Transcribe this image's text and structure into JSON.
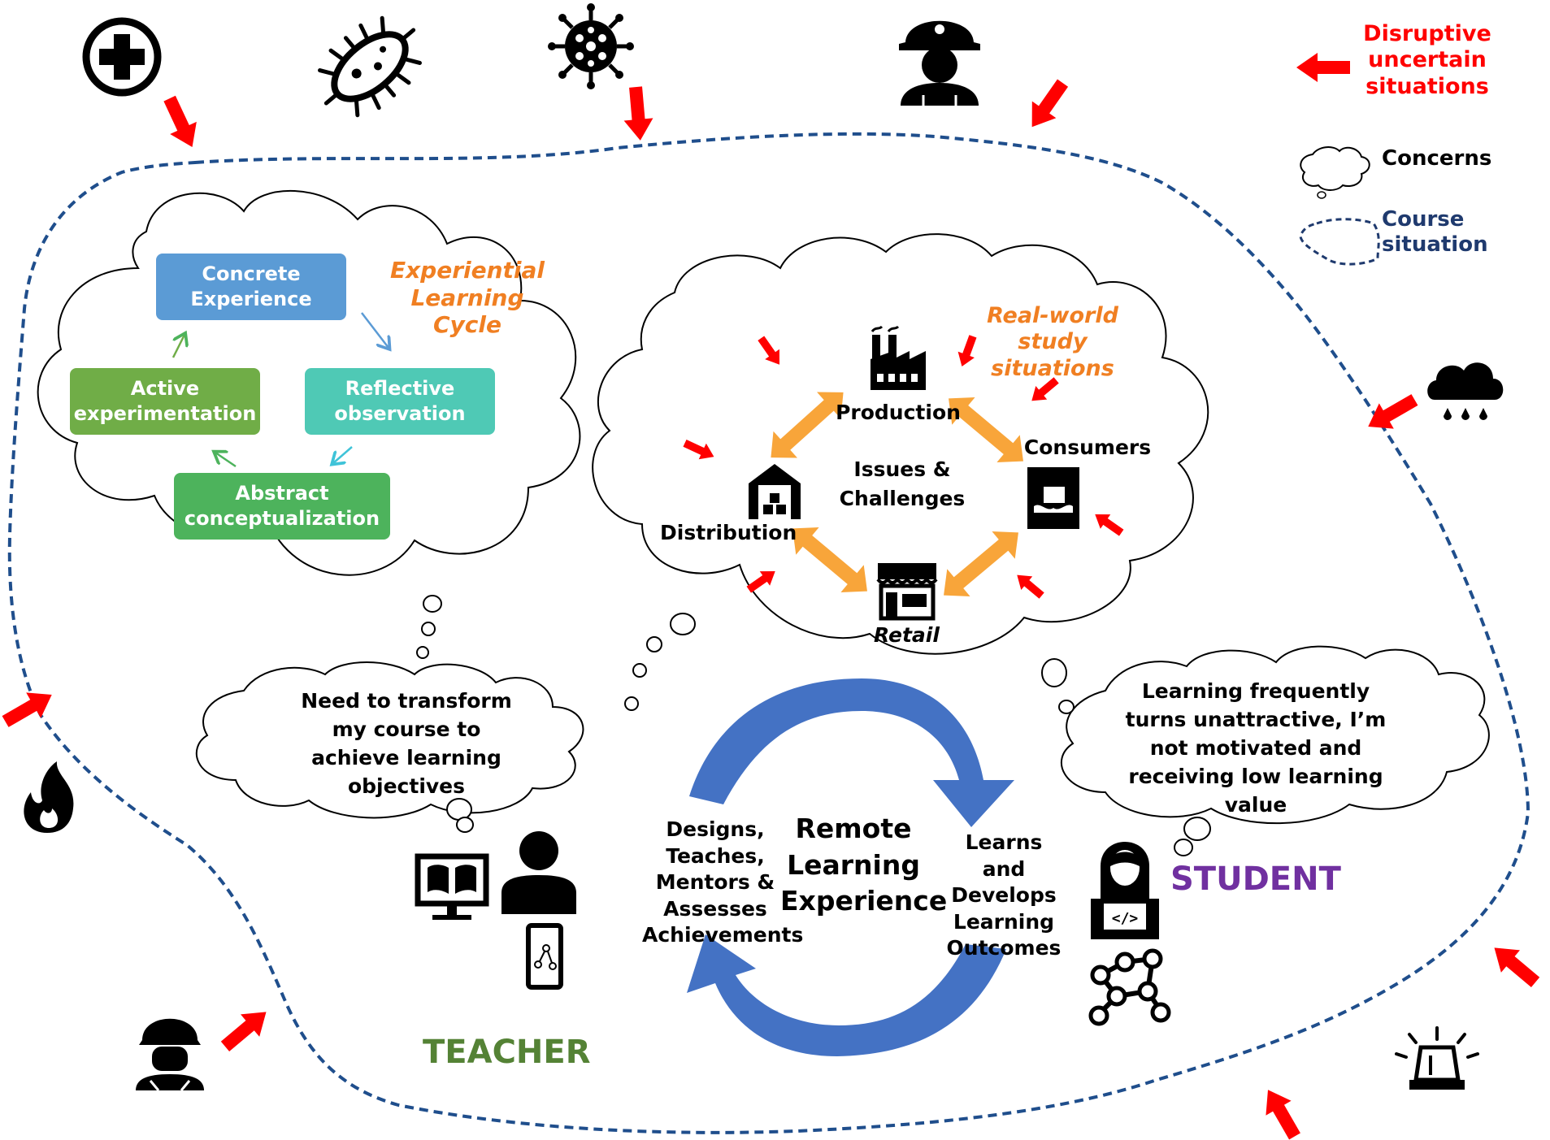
{
  "colors": {
    "disruption": "#FF0000",
    "course_border": "#1F4E8C",
    "box_concrete": "#5B9BD5",
    "box_reflective": "#4FC9B5",
    "box_abstract": "#4DB35C",
    "box_active": "#70AD47",
    "orange_text": "#F07F22",
    "big_arrow": "#4472C4",
    "teacher": "#548235",
    "student": "#7030A0",
    "legend_course": "#1F3A6E"
  },
  "legend": {
    "disruptive": "Disruptive uncertain situations",
    "concerns": "Concerns",
    "course": "Course situation"
  },
  "elc": {
    "title": "Experiential Learning Cycle",
    "concrete": "Concrete Experience",
    "reflective": "Reflective observation",
    "abstract": "Abstract conceptualization",
    "active": "Active experimentation"
  },
  "realworld": {
    "title": "Real-world study situations",
    "center": "Issues & Challenges",
    "production": "Production",
    "consumers": "Consumers",
    "distribution": "Distribution",
    "retail": "Retail"
  },
  "teacher": {
    "thought": "Need to transform my course to achieve learning objectives",
    "label": "TEACHER",
    "actions": "Designs, Teaches, Mentors & Assesses Achievements"
  },
  "student": {
    "thought": "Learning frequently turns unattractive, I’m not motivated and receiving low learning value",
    "label": "STUDENT",
    "actions": "Learns and Develops Learning Outcomes"
  },
  "center_title": "Remote Learning Experience",
  "icons": [
    "medical-cross-icon",
    "bacteria-icon",
    "virus-icon",
    "firefighter-icon",
    "rain-cloud-icon",
    "fire-icon",
    "soldier-icon",
    "alarm-siren-icon",
    "factory-icon",
    "warehouse-icon",
    "store-icon",
    "consumer-box-icon",
    "computer-book-icon",
    "person-icon",
    "smartphone-icon",
    "student-coder-icon",
    "network-icon"
  ]
}
